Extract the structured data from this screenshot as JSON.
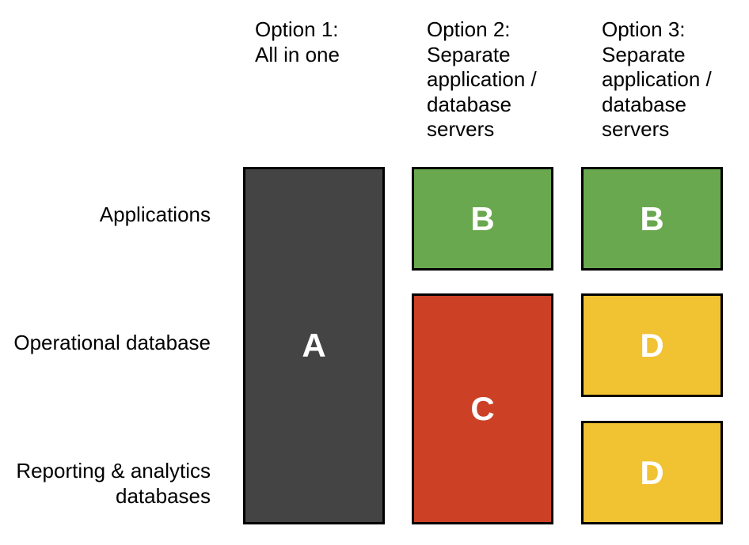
{
  "columns": [
    {
      "header": "Option 1:\nAll in one"
    },
    {
      "header": "Option 2:\nSeparate\napplication /\ndatabase\nservers"
    },
    {
      "header": "Option 3:\nSeparate\napplication /\ndatabase\nservers"
    }
  ],
  "rows": [
    {
      "label": "Applications"
    },
    {
      "label": "Operational database"
    },
    {
      "label": "Reporting & analytics\ndatabases"
    }
  ],
  "boxes": {
    "a": {
      "letter": "A",
      "color": "#444444"
    },
    "b2": {
      "letter": "B",
      "color": "#6aa84f"
    },
    "c": {
      "letter": "C",
      "color": "#cc4125"
    },
    "b3": {
      "letter": "B",
      "color": "#6aa84f"
    },
    "d1": {
      "letter": "D",
      "color": "#f1c232"
    },
    "d2": {
      "letter": "D",
      "color": "#f1c232"
    }
  }
}
